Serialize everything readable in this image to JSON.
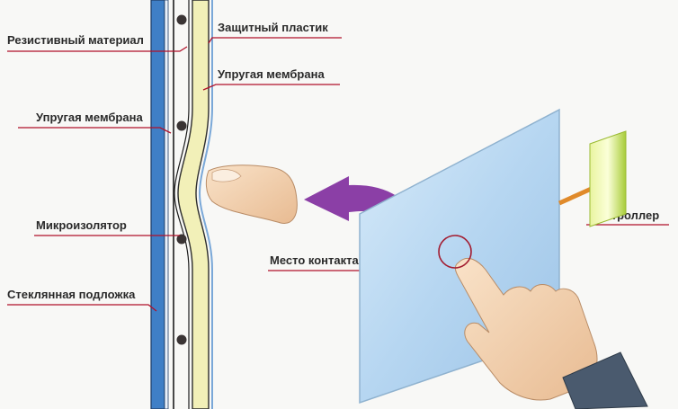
{
  "labels": {
    "resistive_material": "Резистивный материал",
    "protective_plastic": "Защитный пластик",
    "elastic_membrane_right": "Упругая мембрана",
    "elastic_membrane_left": "Упругая мембрана",
    "micro_insulator": "Микроизолятор",
    "glass_substrate": "Стеклянная подложка",
    "contact_point": "Место контакта",
    "controller": "Контроллер"
  },
  "colors": {
    "leader_line": "#b0102a",
    "glass": "#3f7fc6",
    "membrane": "#f2f0b8",
    "arrow": "#8b3fa6",
    "panel": "#bcd9f2",
    "controller": "#b8d84a",
    "cable": "#e08a2a",
    "dot": "#3a3434"
  }
}
